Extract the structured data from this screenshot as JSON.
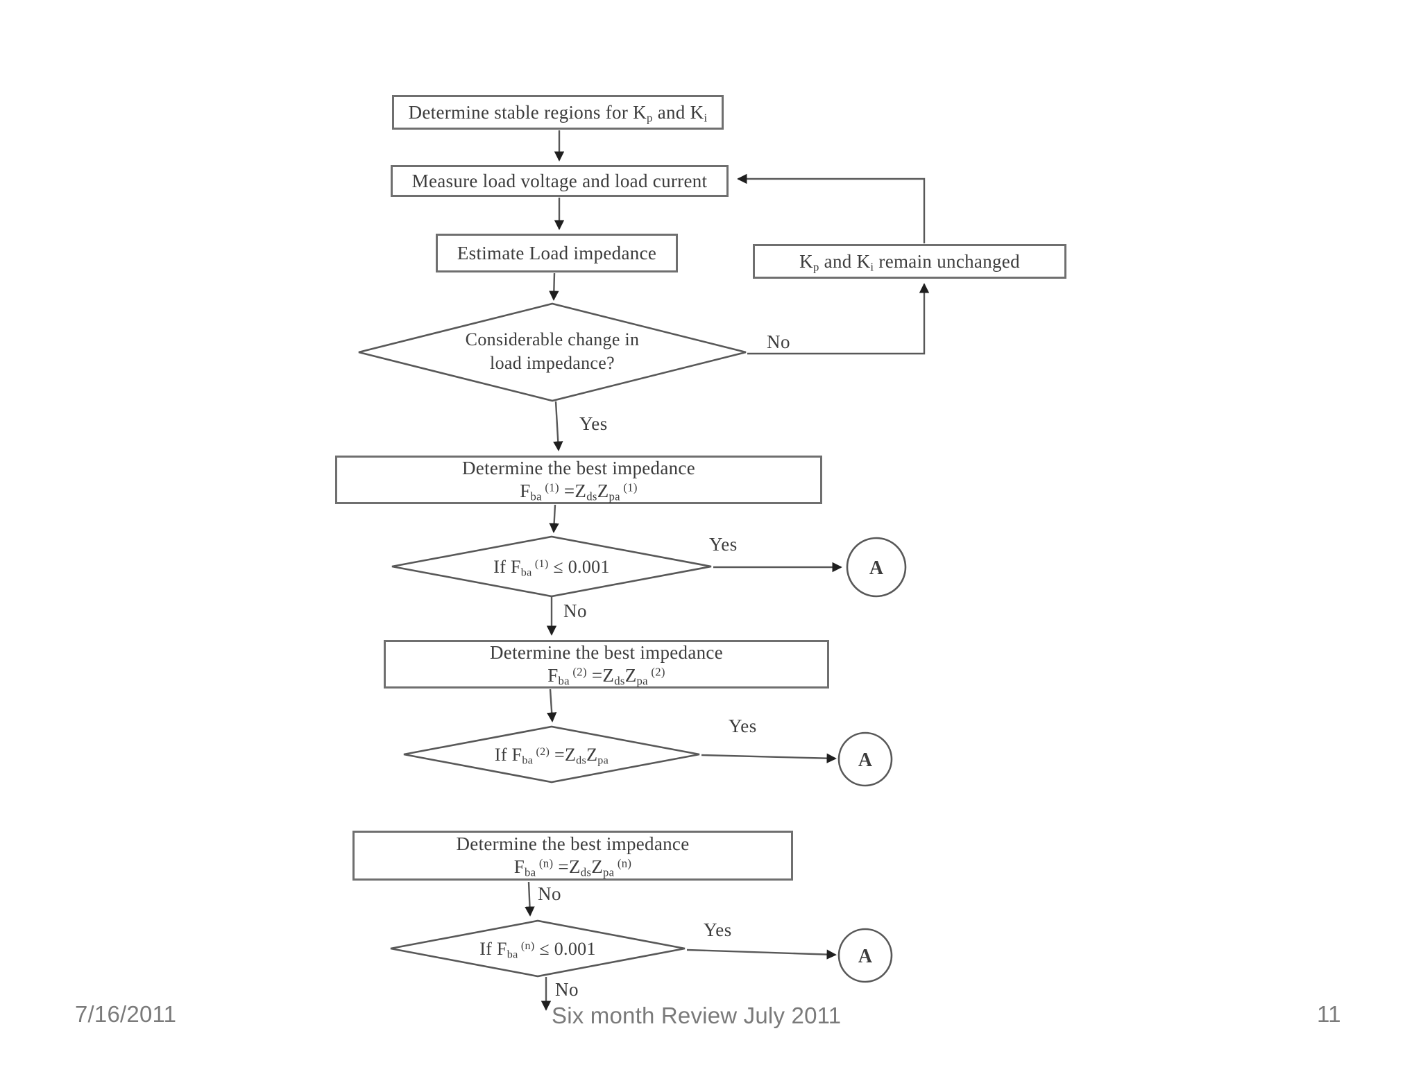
{
  "colors": {
    "bg": "#ffffff",
    "line": "#585858",
    "box-border": "#6f6f6f",
    "text": "#3c3c3c",
    "arrow": "#1f1f1f",
    "footer-text": "#7a7a7a"
  },
  "flowchart": {
    "nodes": {
      "determine_stable": {
        "lines": [
          [
            {
              "t": "Determine stable regions for K"
            },
            {
              "t": "p",
              "s": "sub"
            },
            {
              "t": " and K"
            },
            {
              "t": "i",
              "s": "sub"
            }
          ]
        ]
      },
      "measure_load": {
        "lines": [
          [
            {
              "t": "Measure load voltage and load current"
            }
          ]
        ]
      },
      "estimate_impedance": {
        "lines": [
          [
            {
              "t": "Estimate Load impedance"
            }
          ]
        ]
      },
      "kp_ki_unchanged": {
        "lines": [
          [
            {
              "t": "K"
            },
            {
              "t": "p",
              "s": "sub"
            },
            {
              "t": " and K"
            },
            {
              "t": "i",
              "s": "sub"
            },
            {
              "t": " remain unchanged"
            }
          ]
        ]
      },
      "considerable_change": {
        "lines": [
          [
            {
              "t": "Considerable change in"
            }
          ],
          [
            {
              "t": "load impedance?"
            }
          ]
        ]
      },
      "best_impedance_1": {
        "lines": [
          [
            {
              "t": "Determine the best impedance"
            }
          ],
          [
            {
              "t": "F"
            },
            {
              "t": "ba",
              "s": "sub"
            },
            {
              "t": " (1)",
              "s": "sup"
            },
            {
              "t": " =Z"
            },
            {
              "t": "ds",
              "s": "sub"
            },
            {
              "t": "Z"
            },
            {
              "t": "pa",
              "s": "sub"
            },
            {
              "t": " (1)",
              "s": "sup"
            }
          ]
        ]
      },
      "check_1": {
        "lines": [
          [
            {
              "t": "If F"
            },
            {
              "t": "ba",
              "s": "sub"
            },
            {
              "t": " (1)",
              "s": "sup"
            },
            {
              "t": " ≤ 0.001"
            }
          ]
        ]
      },
      "best_impedance_2": {
        "lines": [
          [
            {
              "t": "Determine the best impedance"
            }
          ],
          [
            {
              "t": "F"
            },
            {
              "t": "ba",
              "s": "sub"
            },
            {
              "t": " (2)",
              "s": "sup"
            },
            {
              "t": " =Z"
            },
            {
              "t": "ds",
              "s": "sub"
            },
            {
              "t": "Z"
            },
            {
              "t": "pa",
              "s": "sub"
            },
            {
              "t": " (2)",
              "s": "sup"
            }
          ]
        ]
      },
      "check_2": {
        "lines": [
          [
            {
              "t": "If F"
            },
            {
              "t": "ba",
              "s": "sub"
            },
            {
              "t": " (2)",
              "s": "sup"
            },
            {
              "t": " =Z"
            },
            {
              "t": "ds",
              "s": "sub"
            },
            {
              "t": "Z"
            },
            {
              "t": "pa",
              "s": "sub"
            }
          ]
        ]
      },
      "best_impedance_n": {
        "lines": [
          [
            {
              "t": "Determine the best impedance"
            }
          ],
          [
            {
              "t": "F"
            },
            {
              "t": "ba",
              "s": "sub"
            },
            {
              "t": " (n)",
              "s": "sup"
            },
            {
              "t": " =Z"
            },
            {
              "t": "ds",
              "s": "sub"
            },
            {
              "t": "Z"
            },
            {
              "t": "pa",
              "s": "sub"
            },
            {
              "t": " (n)",
              "s": "sup"
            }
          ]
        ]
      },
      "check_n": {
        "lines": [
          [
            {
              "t": "If F"
            },
            {
              "t": "ba",
              "s": "sub"
            },
            {
              "t": " (n)",
              "s": "sup"
            },
            {
              "t": " ≤ 0.001"
            }
          ]
        ]
      }
    },
    "edge_labels": {
      "yes1": "Yes",
      "no1": "No",
      "yes2": "Yes",
      "no2": "No",
      "yes3": "Yes",
      "no3": "No",
      "yes4": "Yes",
      "no4": "No"
    },
    "connector_circles": [
      {
        "label": "A"
      },
      {
        "label": "A"
      },
      {
        "label": "A"
      }
    ]
  },
  "footer": {
    "date": "7/16/2011",
    "title": "Six month Review July 2011",
    "page": "11"
  }
}
